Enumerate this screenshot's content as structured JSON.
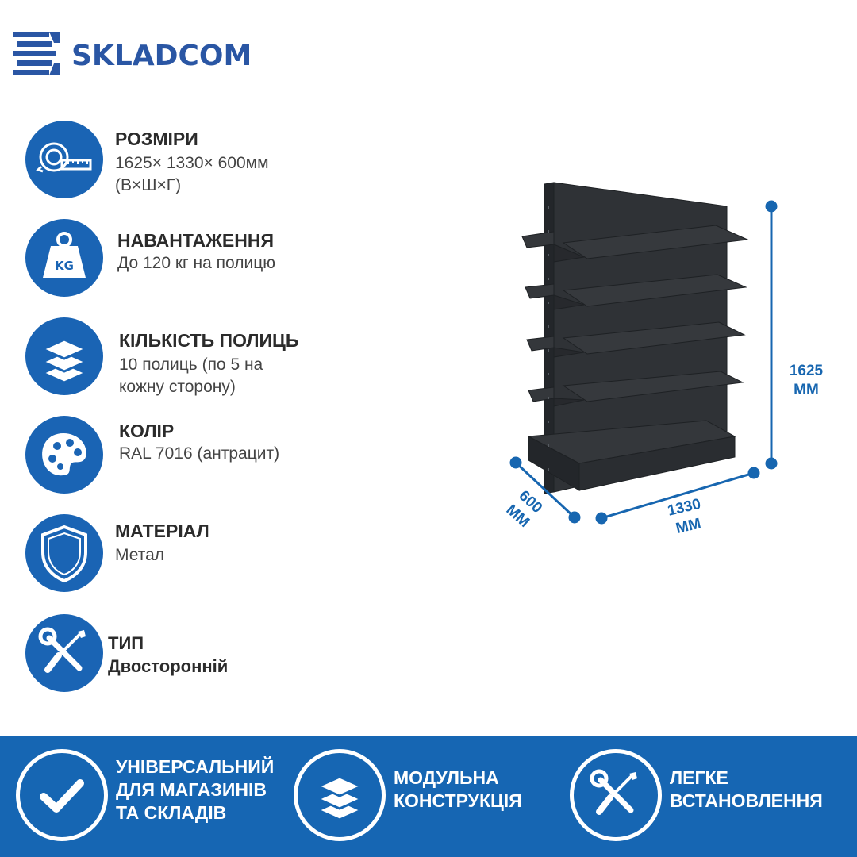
{
  "brand": {
    "name": "SKLADCOM",
    "color": "#2a56a4"
  },
  "specs": [
    {
      "title": "РОЗМІРИ",
      "lines": [
        "1625× 1330× 600мм",
        "(В×Ш×Г)"
      ],
      "icon": "tape-measure-icon"
    },
    {
      "title": "НАВАНТАЖЕННЯ",
      "lines": [
        "До 120 кг на полицю"
      ],
      "icon": "kg-weight-icon"
    },
    {
      "title": "КІЛЬКІСТЬ ПОЛИЦЬ",
      "lines": [
        "10 полиць (по 5 на",
        "кожну сторону)"
      ],
      "icon": "layers-icon"
    },
    {
      "title": "КОЛІР",
      "lines": [
        "RAL 7016 (антрацит)"
      ],
      "icon": "palette-icon"
    },
    {
      "title": "МАТЕРІАЛ",
      "lines": [
        "Метал"
      ],
      "icon": "shield-icon"
    },
    {
      "title": "ТИП",
      "lines": [
        "Двосторонній"
      ],
      "icon": "wrench-screwdriver-icon"
    }
  ],
  "dimensions": {
    "height": {
      "value": "1625",
      "unit": "ММ"
    },
    "width": {
      "value": "1330",
      "unit": "ММ"
    },
    "depth": {
      "value": "600",
      "unit": "ММ"
    }
  },
  "features": [
    {
      "text": "УНІВЕРСАЛЬНИЙ\nДЛЯ МАГАЗИНІВ\nТА СКЛАДІВ",
      "icon": "checkmark-icon"
    },
    {
      "text": "МОДУЛЬНА\nКОНСТРУКЦІЯ",
      "icon": "layers-icon"
    },
    {
      "text": "ЛЕГКЕ\nВСТАНОВЛЕННЯ",
      "icon": "wrench-screwdriver-icon"
    }
  ],
  "colors": {
    "accent": "#1a64b4",
    "footer": "#1666b3",
    "product": "#2b2e31",
    "dimension": "#1766b0"
  }
}
